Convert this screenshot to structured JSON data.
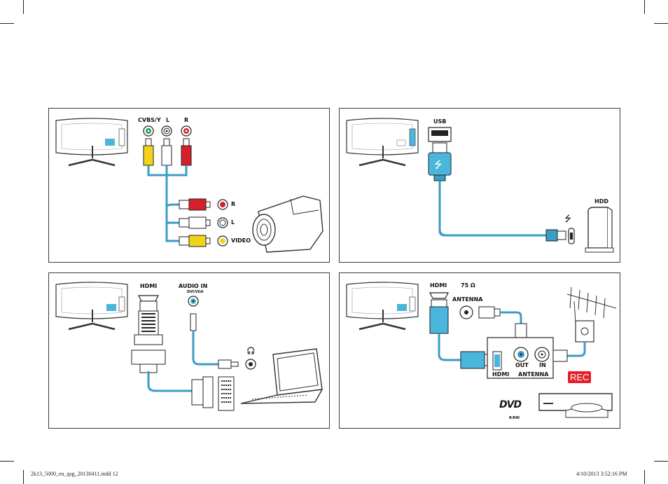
{
  "colors": {
    "cable": "#3b9cc6",
    "cable_dark": "#2479a3",
    "red": "#d6202a",
    "yellow": "#f3d21a",
    "green": "#1c9a55",
    "rec": "#e41f2b"
  },
  "panel1": {
    "cvbs": "CVBS/Y",
    "l_top": "L",
    "r_top": "R",
    "r_right": "R",
    "l_right": "L",
    "video": "VIDEO"
  },
  "panel2": {
    "usb": "USB",
    "hdd": "HDD"
  },
  "panel3": {
    "hdmi": "HDMI",
    "audio_in": "AUDIO IN",
    "dvi_vga": "DVI/VGA"
  },
  "panel4": {
    "hdmi_tv": "HDMI",
    "ohm": "75 Ω",
    "antenna_tv": "ANTENNA",
    "out": "OUT",
    "in": "IN",
    "hdmi_rec": "HDMI",
    "antenna_rec": "ANTENNA",
    "rec": "REC",
    "dvd": "DVD",
    "dvd_sub": "R/RW"
  },
  "footer": {
    "left": "2k13_5000_eu_qsg_20130411.indd   12",
    "right": "4/10/2013   3:52:16 PM"
  }
}
